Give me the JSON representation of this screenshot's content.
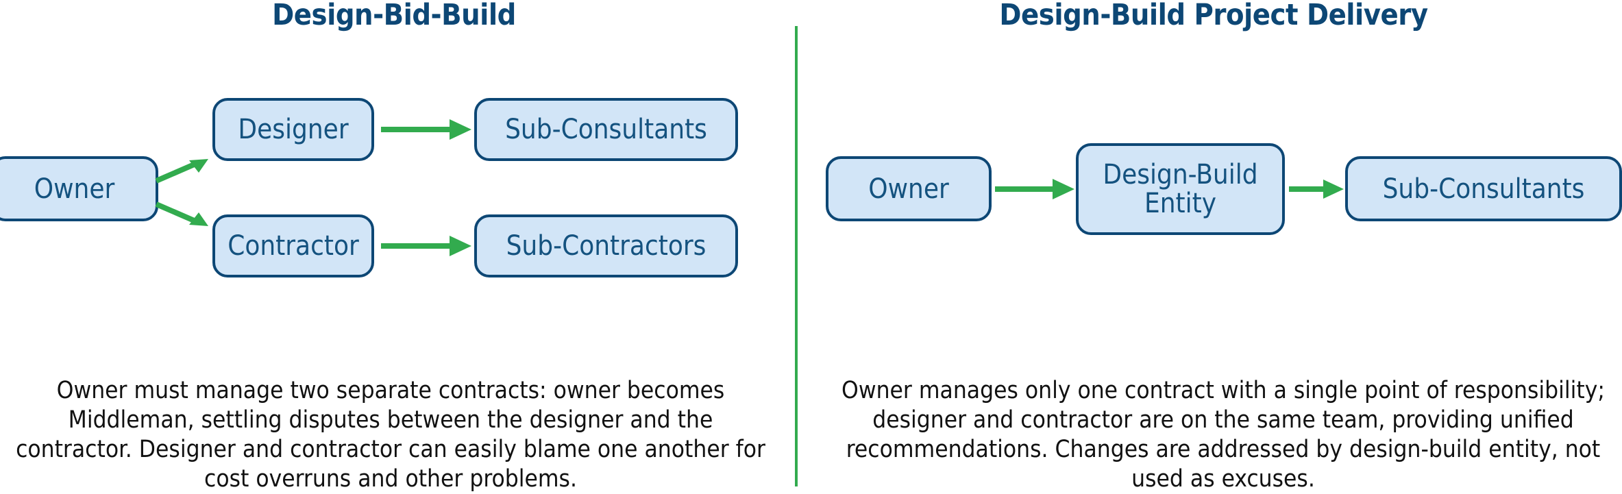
{
  "colors": {
    "title_navy": "#0d4775",
    "box_fill": "#d2e5f7",
    "box_border": "#0d4775",
    "box_text": "#14527f",
    "arrow_green": "#32ab4e",
    "divider_green": "#32ab4e",
    "caption_text": "#111111",
    "background": "#ffffff"
  },
  "left_panel": {
    "title": "Design-Bid-Build",
    "nodes": {
      "owner": "Owner",
      "designer": "Designer",
      "sub_consultants": "Sub-Consultants",
      "contractor": "Contractor",
      "sub_contractors": "Sub-Contractors"
    },
    "caption": "Owner must manage two separate contracts: owner becomes Middleman, settling disputes between the designer and the contractor. Designer and contractor can easily blame one another for cost overruns and other problems."
  },
  "right_panel": {
    "title": "Design-Build Project Delivery",
    "nodes": {
      "owner": "Owner",
      "design_build_entity": "Design-Build\nEntity",
      "sub_consultants": "Sub-Consultants"
    },
    "caption": "Owner manages only one contract with a single point of responsibility; designer and contractor are on the same team, providing unified recommendations. Changes are addressed by design-build entity, not used as excuses."
  },
  "icons": {
    "arrow_right": "arrow-right-icon",
    "arrow_branch_up": "arrow-up-right-icon",
    "arrow_branch_down": "arrow-down-right-icon",
    "divider": "vertical-divider"
  }
}
